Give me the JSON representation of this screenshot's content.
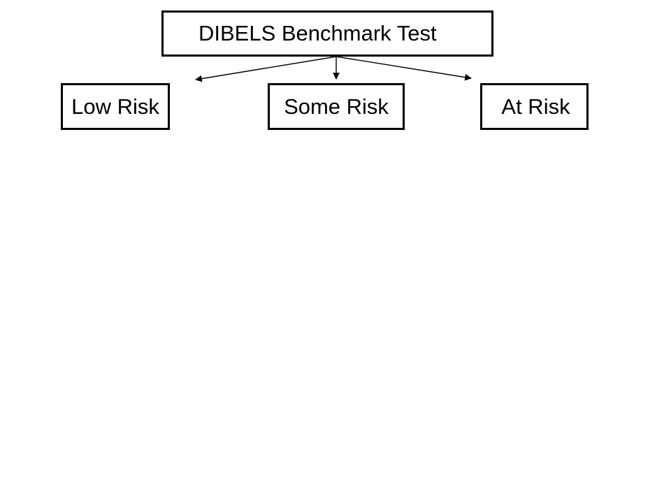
{
  "diagram": {
    "root": {
      "label": "DIBELS Benchmark Test"
    },
    "children": [
      {
        "label": "Low Risk"
      },
      {
        "label": "Some Risk"
      },
      {
        "label": "At Risk"
      }
    ],
    "colors": {
      "stroke": "#000000",
      "background": "#ffffff",
      "text": "#000000"
    }
  }
}
